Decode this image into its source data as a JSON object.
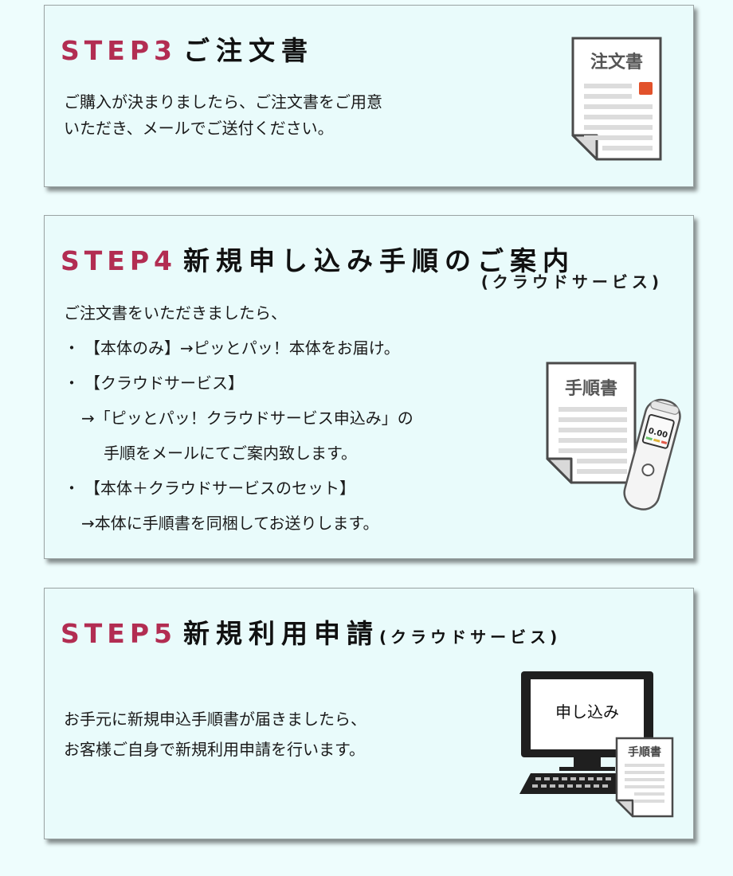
{
  "step3": {
    "step": "STEP3",
    "title": "ご注文書",
    "lines": [
      "ご購入が決まりましたら、ご注文書をご用意",
      "いただき、メールでご送付ください。"
    ],
    "doc_label": "注文書"
  },
  "step4": {
    "step": "STEP4",
    "title": "新規申し込み手順のご案内",
    "subtitle": "(クラウドサービス)",
    "intro": "ご注文書をいただきましたら、",
    "bullet": "・",
    "b1": "【本体のみ】→ピッとパッ！本体をお届け。",
    "b2": "【クラウドサービス】",
    "b2a": "→「ピッとパッ！クラウドサービス申込み」の",
    "b2b": "手順をメールにてご案内致します。",
    "b3": "【本体＋クラウドサービスのセット】",
    "b3a": "→本体に手順書を同梱してお送りします。",
    "doc_label": "手順書",
    "device_reading": "0.00"
  },
  "step5": {
    "step": "STEP5",
    "title": "新規利用申請",
    "subtitle": "(クラウドサービス)",
    "lines": [
      "お手元に新規申込手順書が届きましたら、",
      "お客様ご自身で新規利用申請を行います。"
    ],
    "screen_label": "申し込み",
    "doc_label": "手順書"
  },
  "colors": {
    "step_accent": "#b22d52",
    "card_bg": "#e9fbfb",
    "page_bg": "#eefdfd",
    "doc_stamp": "#e2522b"
  }
}
